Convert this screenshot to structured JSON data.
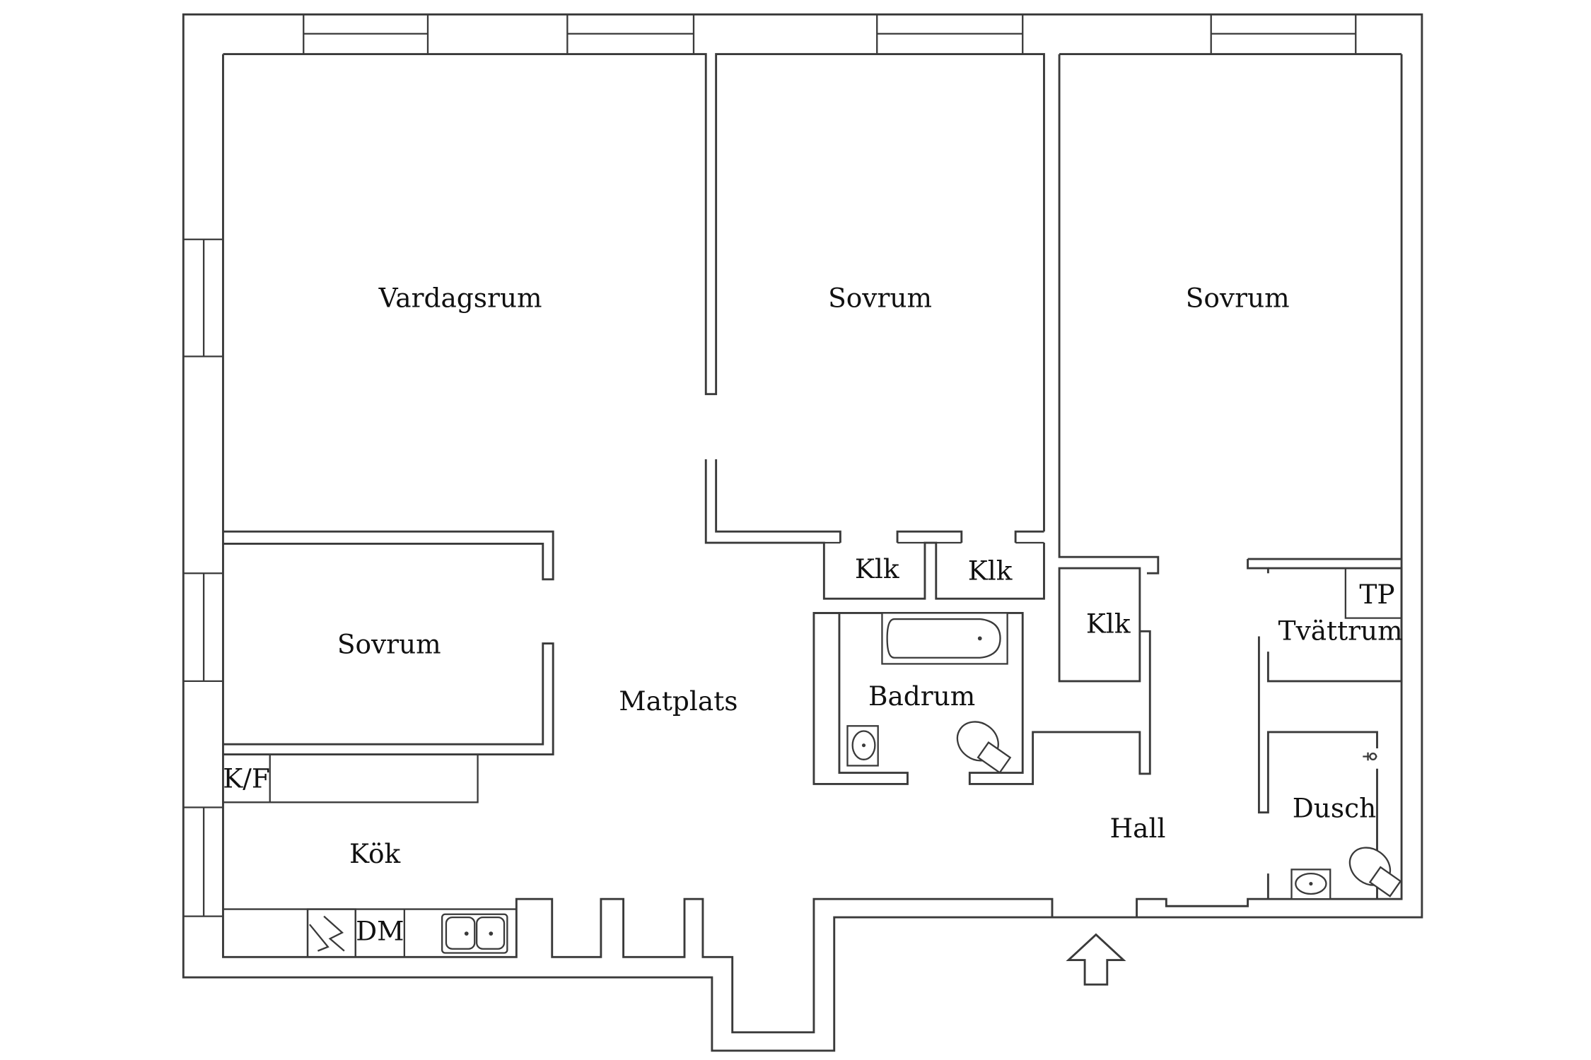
{
  "rooms": {
    "living_room": "Vardagsrum",
    "bedroom_middle": "Sovrum",
    "bedroom_right": "Sovrum",
    "bedroom_left": "Sovrum",
    "dining": "Matplats",
    "kitchen": "Kök",
    "fridge_freezer": "K/F",
    "dishwasher": "DM",
    "closet_1": "Klk",
    "closet_2": "Klk",
    "closet_3": "Klk",
    "bathroom": "Badrum",
    "hall": "Hall",
    "laundry": "Tvättrum",
    "dryer": "TP",
    "shower": "Dusch"
  },
  "colors": {
    "line": "#3a3a3a",
    "text": "#111111",
    "background": "#ffffff"
  }
}
